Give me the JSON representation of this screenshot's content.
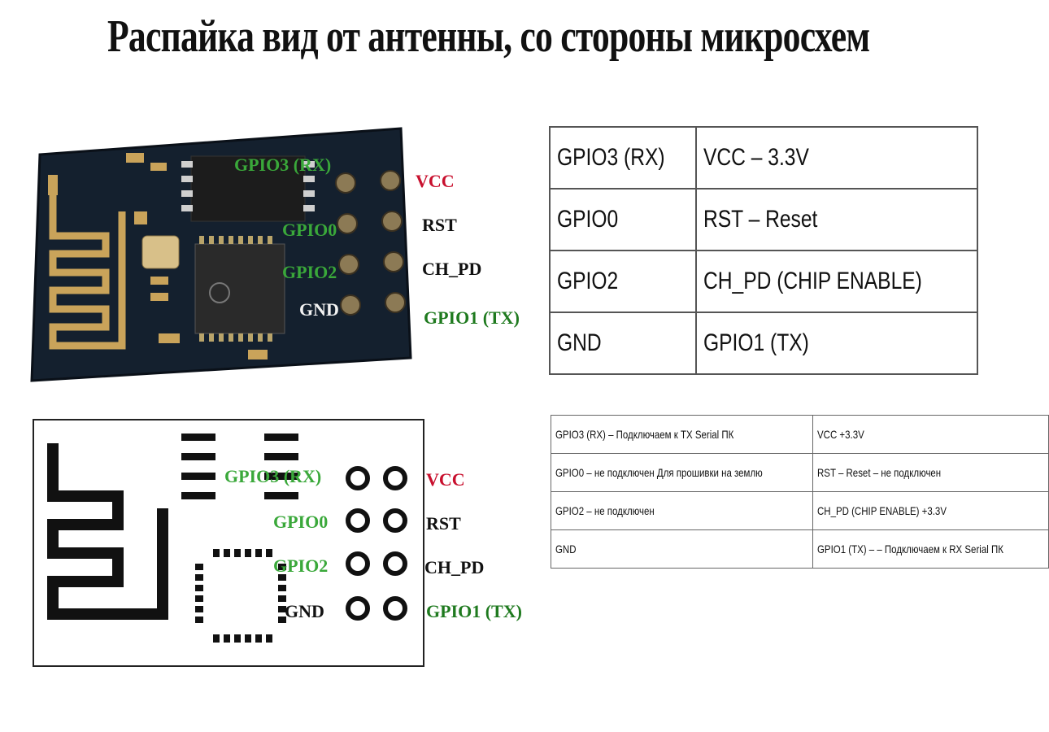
{
  "title": "Распайка вид от антенны, со стороны микросхем",
  "photo_labels": {
    "gpio3": "GPIO3 (RX)",
    "vcc": "VCC",
    "gpio0": "GPIO0",
    "rst": "RST",
    "gpio2": "GPIO2",
    "ch_pd": "CH_PD",
    "gnd": "GND",
    "gpio1": "GPIO1 (TX)"
  },
  "diagram_labels": {
    "gpio3": "GPIO3 (RX)",
    "vcc": "VCC",
    "gpio0": "GPIO0",
    "rst": "RST",
    "gpio2": "GPIO2",
    "ch_pd": "CH_PD",
    "gnd": "GND",
    "gpio1": "GPIO1 (TX)"
  },
  "pin_table": {
    "rows": [
      [
        "GPIO3 (RX)",
        "VCC – 3.3V"
      ],
      [
        "GPIO0",
        "RST – Reset"
      ],
      [
        "GPIO2",
        "CH_PD (CHIP ENABLE)"
      ],
      [
        "GND",
        "GPIO1 (TX)"
      ]
    ]
  },
  "connection_table": {
    "rows": [
      [
        "GPIO3 (RX) – Подключаем к TX Serial ПК",
        "VCC +3.3V"
      ],
      [
        "GPIO0 – не подключен Для прошивки на землю",
        "RST – Reset – не подключен"
      ],
      [
        "GPIO2 – не подключен",
        "CH_PD (CHIP ENABLE) +3.3V"
      ],
      [
        "GND",
        "GPIO1 (TX) – – Подключаем к RX Serial ПК"
      ]
    ]
  },
  "colors": {
    "label_green": "#3aa83a",
    "label_dark_green": "#1f7a1f",
    "vcc_red": "#c8102e",
    "pcb_dark": "#14202e",
    "gold": "#c9a35a"
  }
}
